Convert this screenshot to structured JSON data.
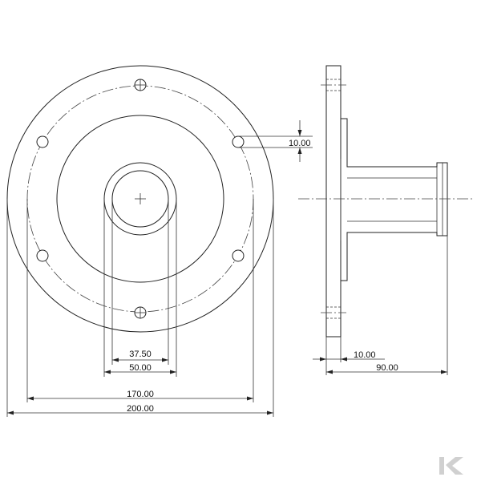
{
  "dimensions": {
    "d_37_50": "37.50",
    "d_50_00": "50.00",
    "d_170_00": "170.00",
    "d_200_00": "200.00",
    "d_10_00_hole": "10.00",
    "d_10_00_flange": "10.00",
    "d_90_00": "90.00"
  },
  "logo": {
    "name": "brand-logo",
    "color": "#d0d0d0"
  }
}
